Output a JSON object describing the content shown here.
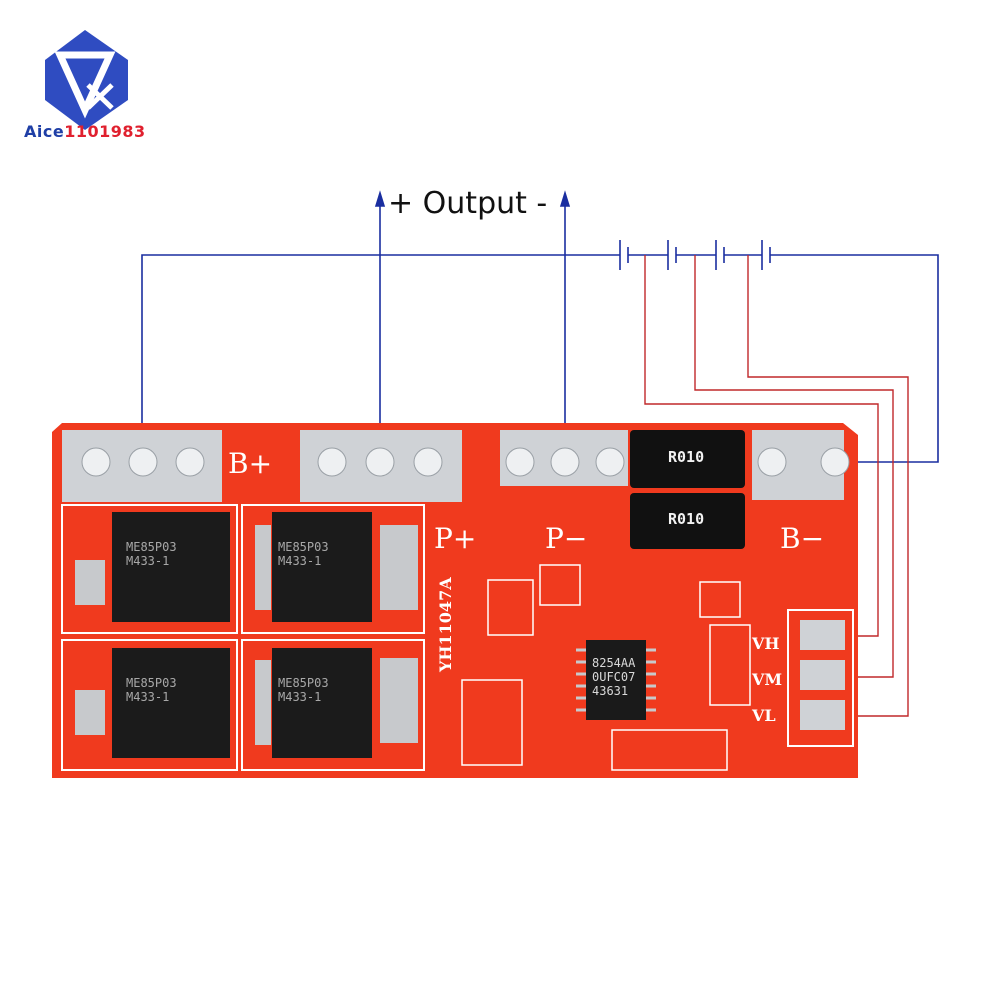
{
  "brand": {
    "name_part1": "Aice",
    "name_part2": "1101983"
  },
  "diagram": {
    "output_label": "+ Output -"
  },
  "board": {
    "labels": {
      "b_plus": "B+",
      "p_plus": "P+",
      "p_minus": "P−",
      "b_minus": "B−"
    },
    "pins": [
      "VH",
      "VM",
      "VL"
    ],
    "board_id": "YH11047A",
    "resistors": [
      "R010",
      "R010"
    ],
    "ic_marking": [
      "8254AA",
      "0UFC07",
      "43631"
    ],
    "mosfet_marking": [
      "ME85P03",
      "M433-1"
    ]
  },
  "colors": {
    "pcb_red": "#f03a1e",
    "wire_blue": "#1a2ea0",
    "wire_red": "#c0282a",
    "pad_silver": "#cfd2d6"
  }
}
